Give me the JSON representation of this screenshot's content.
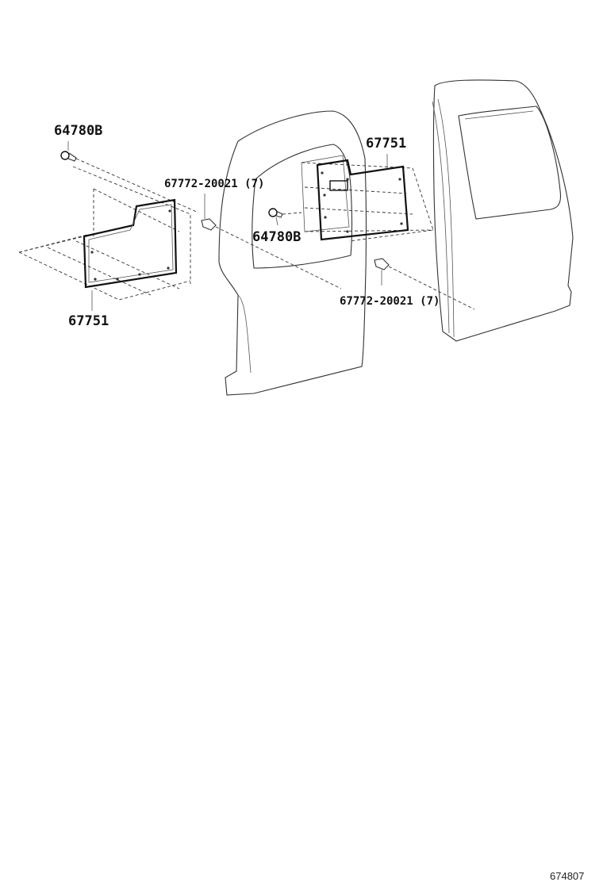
{
  "labels": {
    "clip_left": "64780B",
    "bolt_left": "67772-20021 (7)",
    "pad_left": "67751",
    "pad_right": "67751",
    "clip_center": "64780B",
    "bolt_right": "67772-20021 (7)"
  },
  "diagram_ref": "674807"
}
